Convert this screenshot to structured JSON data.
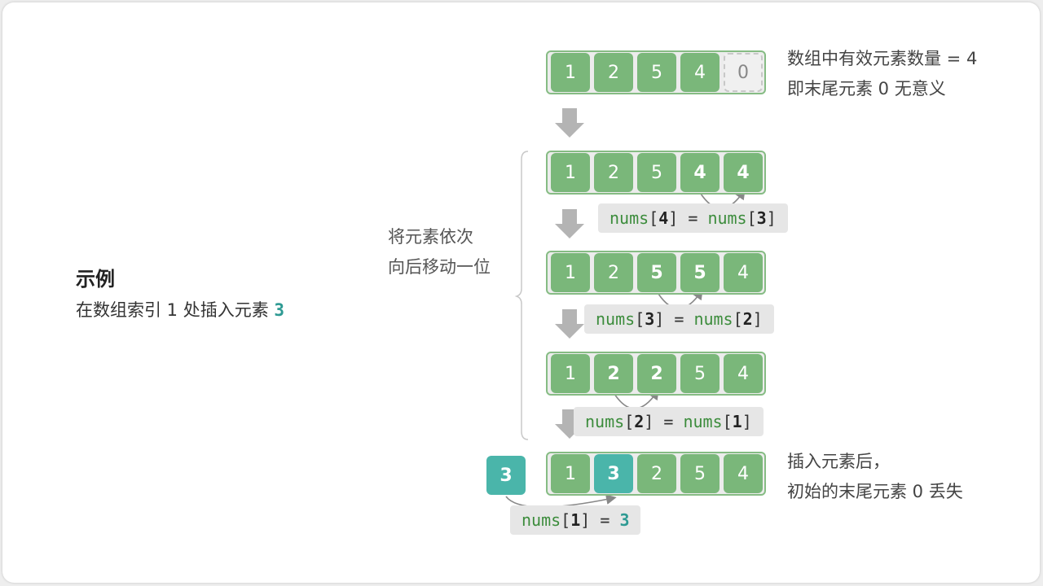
{
  "title": "示例",
  "subtitle": {
    "prefix": "在数组索引 1 处插入元素 ",
    "value": "3"
  },
  "side_label": [
    "将元素依次",
    "向后移动一位"
  ],
  "notes": {
    "top": [
      "数组中有效元素数量 = 4",
      "即末尾元素 0 无意义"
    ],
    "bottom": [
      "插入元素后，",
      "初始的末尾元素 0 丢失"
    ]
  },
  "arrays": [
    {
      "cells": [
        "1",
        "2",
        "5",
        "4",
        "0"
      ],
      "bold": [],
      "empty": [
        4
      ],
      "new": []
    },
    {
      "cells": [
        "1",
        "2",
        "5",
        "4",
        "4"
      ],
      "bold": [
        3,
        4
      ],
      "empty": [],
      "new": []
    },
    {
      "cells": [
        "1",
        "2",
        "5",
        "5",
        "4"
      ],
      "bold": [
        2,
        3
      ],
      "empty": [],
      "new": []
    },
    {
      "cells": [
        "1",
        "2",
        "2",
        "5",
        "4"
      ],
      "bold": [
        1,
        2
      ],
      "empty": [],
      "new": []
    },
    {
      "cells": [
        "1",
        "3",
        "2",
        "5",
        "4"
      ],
      "bold": [
        1
      ],
      "empty": [],
      "new": [
        1
      ]
    }
  ],
  "new_element": "3",
  "codes": [
    {
      "dst": "4",
      "src": "3",
      "src_is_value": false
    },
    {
      "dst": "3",
      "src": "2",
      "src_is_value": false
    },
    {
      "dst": "2",
      "src": "1",
      "src_is_value": false
    },
    {
      "dst": "1",
      "src": "3",
      "src_is_value": true
    }
  ],
  "code_tokens": {
    "name": "nums",
    "open": "[",
    "close": "]",
    "eq": " = "
  },
  "colors": {
    "cell": "#7ab77a",
    "new": "#4ab5aa",
    "border": "#86bc84",
    "arrow": "#b4b4b4",
    "accent": "#2e9a93"
  }
}
